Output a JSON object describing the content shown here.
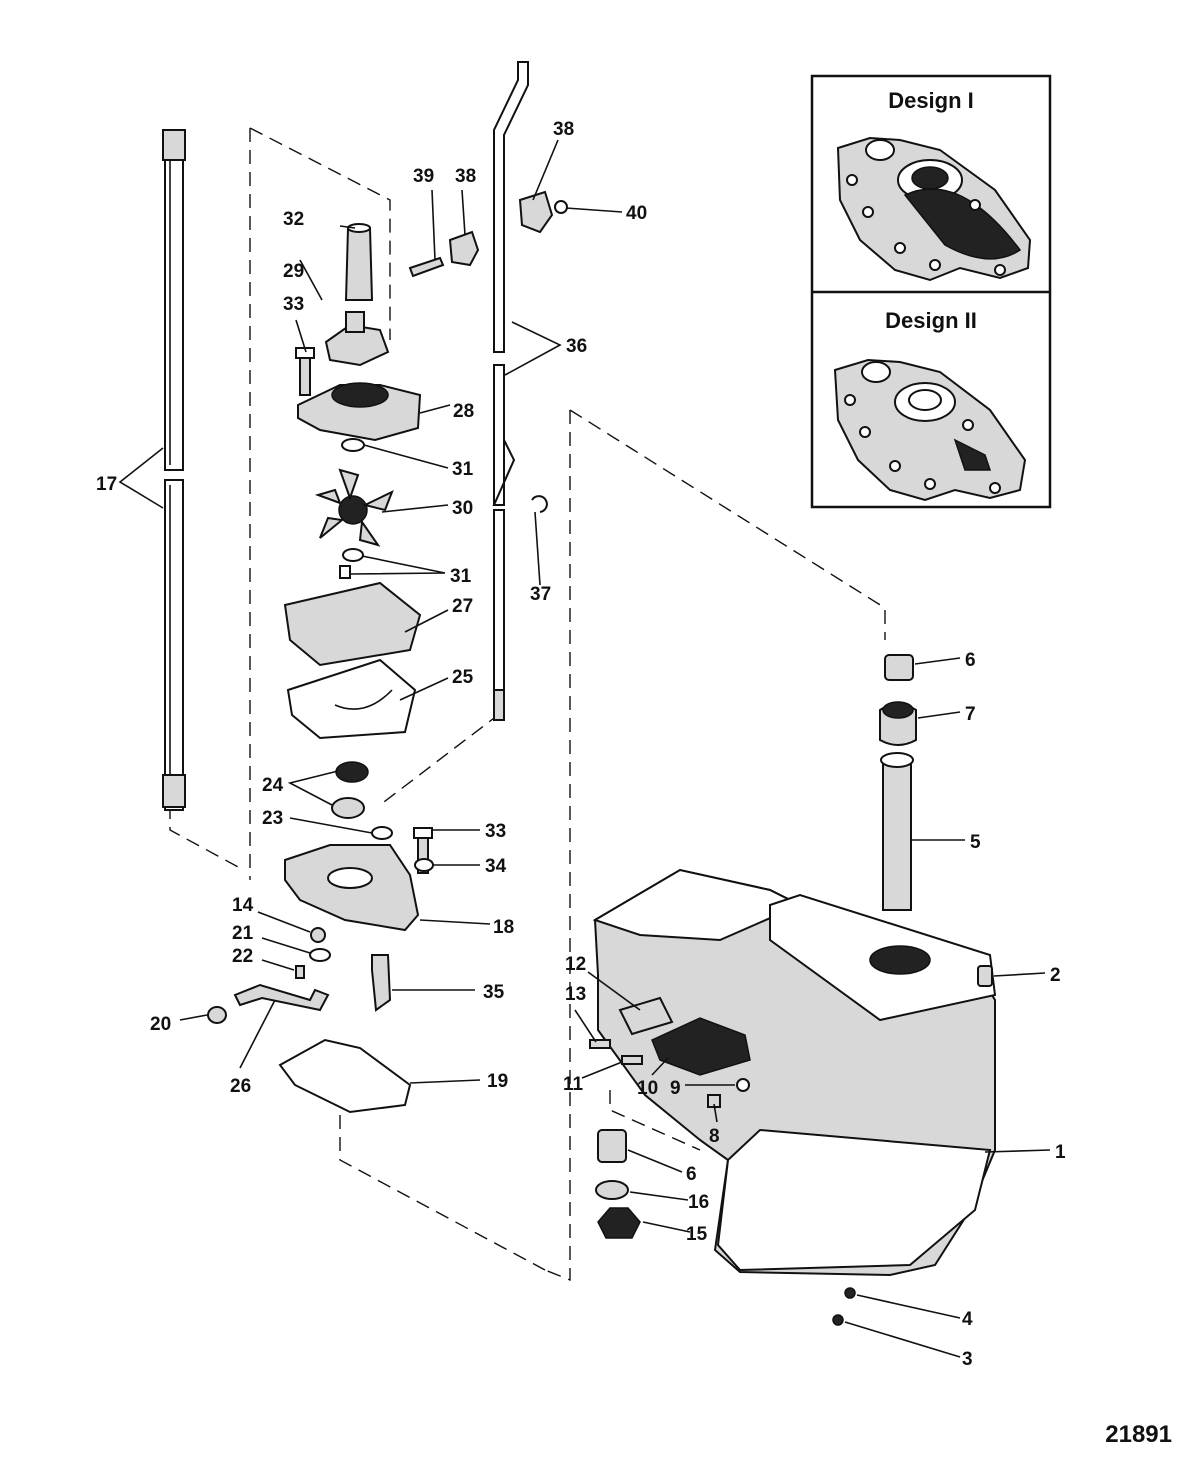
{
  "figure_id": "21891",
  "inset": {
    "design_1_title": "Design I",
    "design_2_title": "Design II"
  },
  "callouts": {
    "c1": "1",
    "c2": "2",
    "c3": "3",
    "c4": "4",
    "c5": "5",
    "c6a": "6",
    "c6b": "6",
    "c7": "7",
    "c8": "8",
    "c9": "9",
    "c10": "10",
    "c11": "11",
    "c12": "12",
    "c13": "13",
    "c14": "14",
    "c15": "15",
    "c16": "16",
    "c17": "17",
    "c18": "18",
    "c19": "19",
    "c20": "20",
    "c21": "21",
    "c22": "22",
    "c23": "23",
    "c24": "24",
    "c25": "25",
    "c26": "26",
    "c27": "27",
    "c28": "28",
    "c29": "29",
    "c30": "30",
    "c31a": "31",
    "c31b": "31",
    "c32": "32",
    "c33a": "33",
    "c33b": "33",
    "c34": "34",
    "c35": "35",
    "c36": "36",
    "c37": "37",
    "c38a": "38",
    "c38b": "38",
    "c39": "39",
    "c40": "40"
  }
}
